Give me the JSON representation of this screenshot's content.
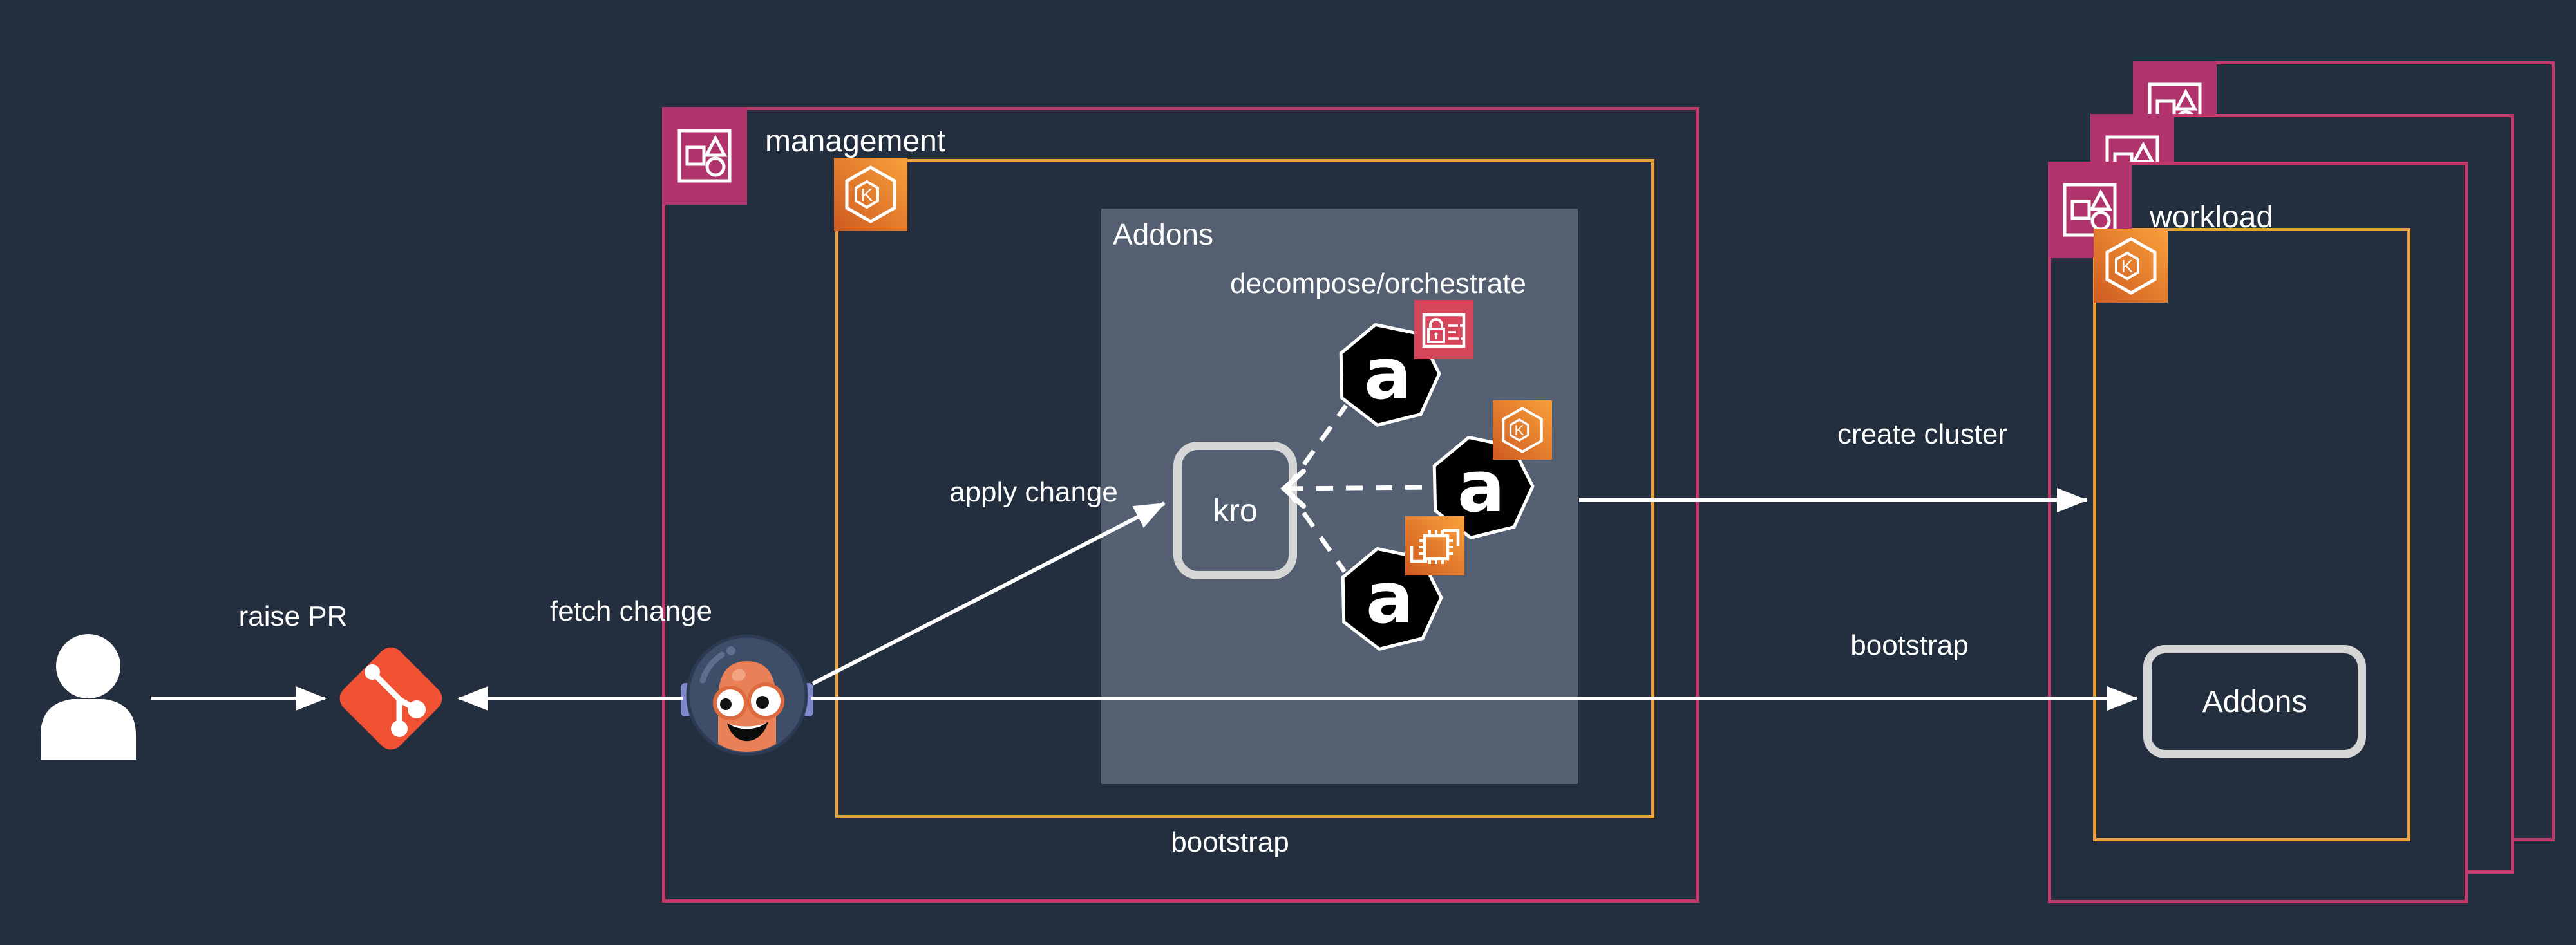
{
  "diagram": {
    "type": "gitops-eks-architecture",
    "colors": {
      "background": "#232F3E",
      "cluster_border_pink": "#C23A6B",
      "category_badge_pink": "#B0336C",
      "eks_border_orange": "#E9A23B",
      "aws_icon_orange_light": "#F9A13B",
      "aws_icon_orange_dark": "#CE5A20",
      "iam_badge_red": "#D5465A",
      "git_orange": "#F05133",
      "addons_panel_slate": "#545F71",
      "node_border_gray": "#D6D6D6",
      "connector_white": "#FFFFFF",
      "controller_black": "#000000"
    }
  },
  "edges": {
    "raise_pr": "raise PR",
    "fetch_change": "fetch change",
    "apply_change": "apply change",
    "create_cluster": "create cluster",
    "bootstrap_to_workload": "bootstrap",
    "bootstrap_footer": "bootstrap",
    "decompose": "decompose/orchestrate"
  },
  "actors": {
    "user": {
      "icon": "person-icon"
    },
    "git_repo": {
      "icon": "git-icon"
    },
    "argocd": {
      "icon": "argocd-robot-icon"
    }
  },
  "management": {
    "label": "management",
    "badge_icon": "management-account-icon",
    "eks_icon": "eks-icon",
    "addons_panel": {
      "label": "Addons",
      "kro": {
        "label": "kro"
      },
      "controllers": {
        "letter": "a",
        "items": [
          {
            "name": "ack-controller-iam",
            "badge_icon": "iam-icon"
          },
          {
            "name": "ack-controller-eks",
            "badge_icon": "eks-icon"
          },
          {
            "name": "ack-controller-ec2",
            "badge_icon": "ec2-icon"
          }
        ]
      }
    }
  },
  "workload": {
    "label": "workload",
    "stack_count": 3,
    "badge_icon": "workload-account-icon",
    "eks_icon": "eks-icon",
    "addons_node": {
      "label": "Addons"
    }
  }
}
